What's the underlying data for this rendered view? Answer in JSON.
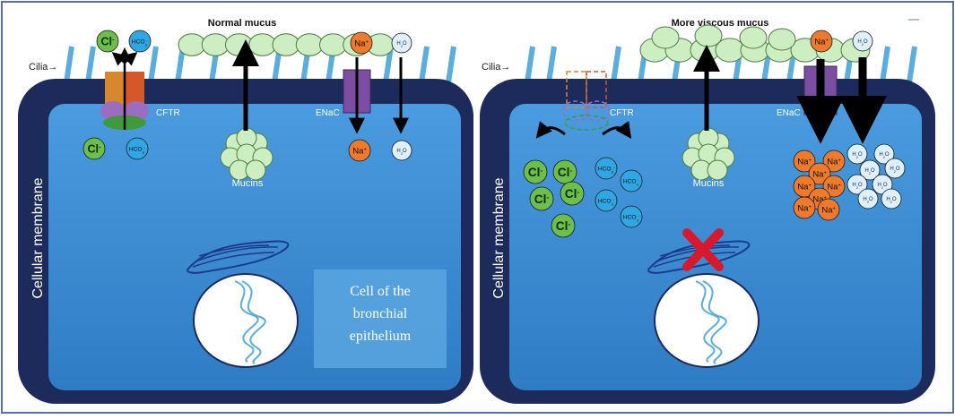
{
  "panels": {
    "normal": {
      "title": "Normal mucus",
      "membrane_label": "Cellular membrane",
      "cilia_label": "Cilia→",
      "cftr_label": "CFTR",
      "enac_label": "ENaC",
      "mucins_label": "Mucins",
      "cell_label_lines": [
        "Cell of the",
        "bronchial",
        "epithelium"
      ]
    },
    "cf": {
      "title": "More viscous mucus",
      "membrane_label": "Cellular membrane",
      "cilia_label": "Cilia→",
      "cftr_label": "CFTR",
      "enac_label": "ENaC",
      "mucins_label": "Mucins"
    }
  },
  "ions": {
    "cl": "Cl",
    "cl_charge": "-",
    "hco3": "HCO",
    "hco3_sub": "3",
    "hco3_charge": "-",
    "na": "Na",
    "na_charge": "+",
    "water": "H",
    "water_sub": "2",
    "water_tail": "O"
  },
  "colors": {
    "frame_border": "#5a6fa8",
    "cell_border": "#1c2a5c",
    "cytoplasm": "#3e8fd6",
    "cilia": "#5aaede",
    "mucus_bead": "#cdeec2",
    "cl_ion": "#6cc04a",
    "hco3_ion": "#2fa7e4",
    "na_ion": "#f07a2c",
    "water_mol": "#ddf0fb",
    "enac": "#7b4ea3",
    "cftr_orange": "#d8872d",
    "cftr_red": "#d4582a",
    "cftr_purple": "#9b6cc0",
    "cftr_green": "#3f9a3a",
    "x_mark": "#d8192b"
  }
}
